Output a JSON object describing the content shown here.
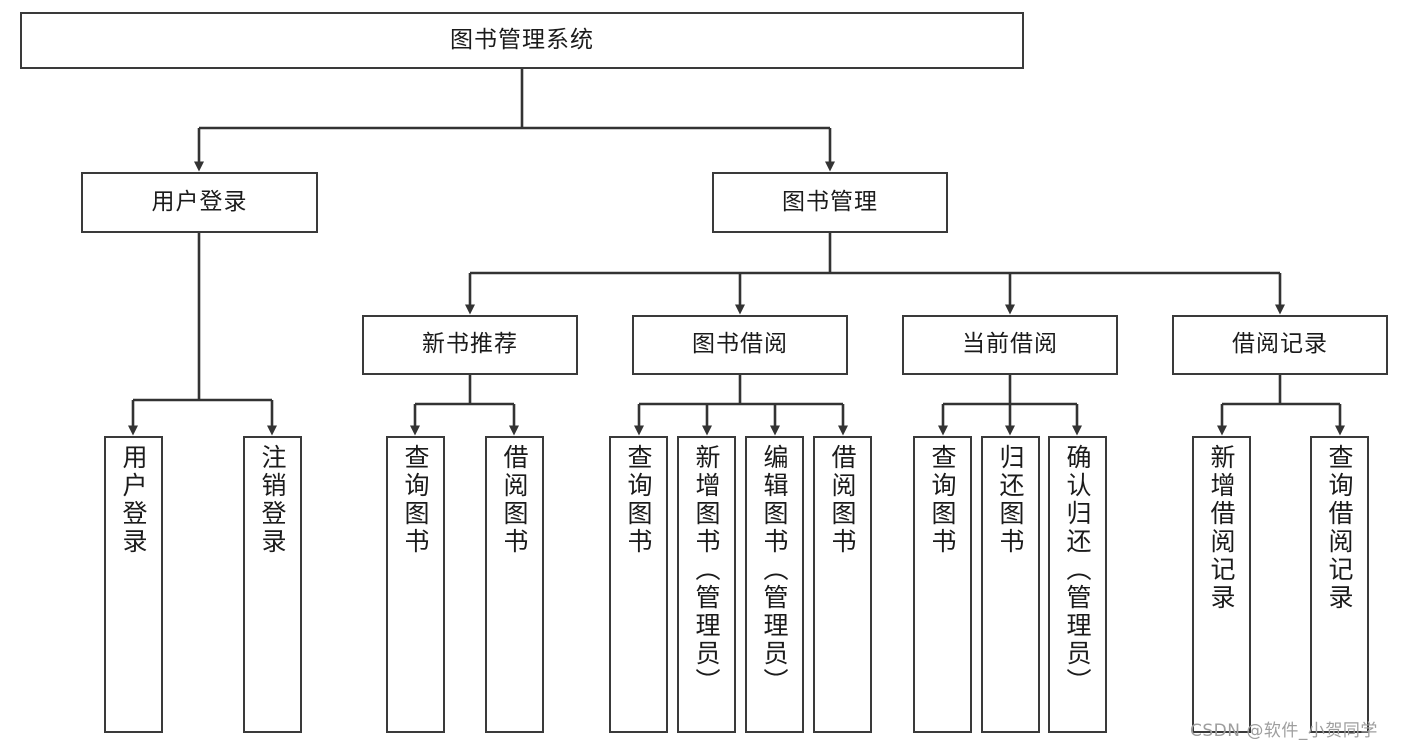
{
  "diagram": {
    "title": "图书管理系统",
    "type": "hierarchy-tree",
    "root": {
      "label": "图书管理系统"
    },
    "level2": [
      {
        "label": "用户登录"
      },
      {
        "label": "图书管理"
      }
    ],
    "level3": [
      {
        "label": "新书推荐"
      },
      {
        "label": "图书借阅"
      },
      {
        "label": "当前借阅"
      },
      {
        "label": "借阅记录"
      }
    ],
    "leaves": {
      "user_login": [
        {
          "label": "用户登录"
        },
        {
          "label": "注销登录"
        }
      ],
      "new_book_recommend": [
        {
          "label": "查询图书"
        },
        {
          "label": "借阅图书"
        }
      ],
      "book_borrow": [
        {
          "label": "查询图书"
        },
        {
          "label": "新增图书（管理员）"
        },
        {
          "label": "编辑图书（管理员）"
        },
        {
          "label": "借阅图书"
        }
      ],
      "current_borrow": [
        {
          "label": "查询图书"
        },
        {
          "label": "归还图书"
        },
        {
          "label": "确认归还（管理员）"
        }
      ],
      "borrow_record": [
        {
          "label": "新增借阅记录"
        },
        {
          "label": "查询借阅记录"
        }
      ]
    }
  },
  "watermark": {
    "text": "CSDN @软件_小贺同学"
  },
  "colors": {
    "border": "#3a3a3a",
    "line": "#333333",
    "text": "#1b1b1b",
    "background": "#ffffff",
    "watermark": "#9e9e9e"
  }
}
